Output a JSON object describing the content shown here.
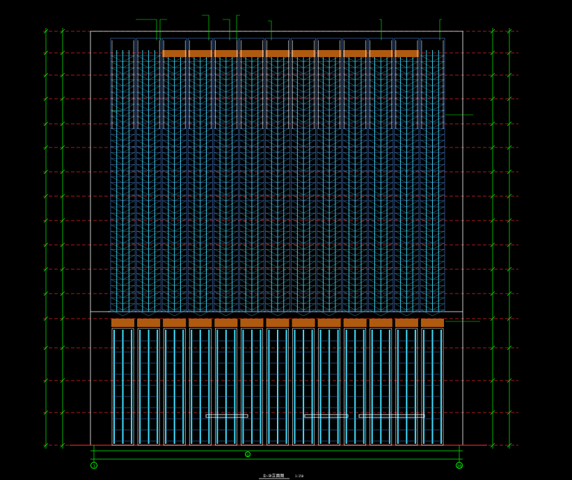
{
  "drawing": {
    "title": "①-⑩立面图",
    "scale": "1:150",
    "axis_start": "1",
    "axis_end": "10",
    "axis_mid": "①",
    "floors_lower": 5,
    "floors_upper": 12,
    "bays": 13
  },
  "colors": {
    "background": "#000000",
    "outline": "#ffffff",
    "floor_line": "#e02424",
    "dimension": "#00ff00",
    "glass": "#3fe0ff",
    "frame": "#4a7fd0",
    "band": "#b05a10",
    "annotation": "#ffff66"
  }
}
